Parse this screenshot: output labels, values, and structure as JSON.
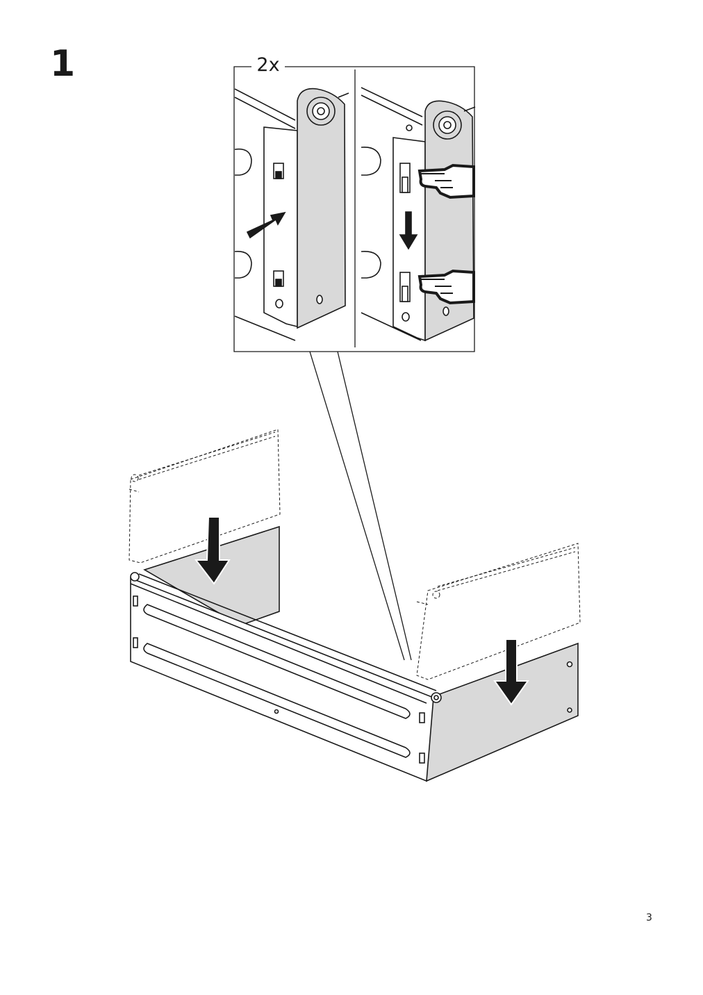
{
  "step": {
    "number": "1"
  },
  "detail": {
    "multiplier": "2x"
  },
  "footer": {
    "page_number": "3"
  },
  "colors": {
    "line": "#1a1a1a",
    "panel_fill": "#d9d9d9",
    "background": "#ffffff"
  }
}
